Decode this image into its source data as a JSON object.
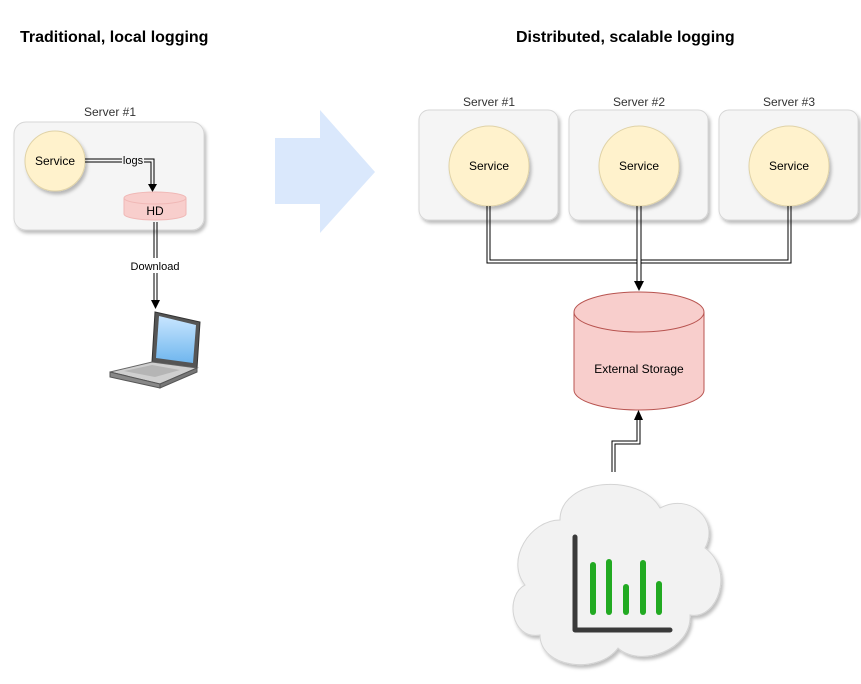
{
  "titles": {
    "left": "Traditional, local logging",
    "right": "Distributed, scalable logging"
  },
  "left_panel": {
    "server_label": "Server #1",
    "service_label": "Service",
    "edge_logs_label": "logs",
    "disk_label": "HD",
    "edge_download_label": "Download"
  },
  "right_panel": {
    "servers": [
      {
        "label": "Server #1",
        "service_label": "Service"
      },
      {
        "label": "Server #2",
        "service_label": "Service"
      },
      {
        "label": "Server #3",
        "service_label": "Service"
      }
    ],
    "storage_label": "External Storage"
  },
  "colors": {
    "server_fill": "#f5f5f5",
    "service_fill": "#fff2cc",
    "storage_fill": "#f8cecc",
    "storage_stroke": "#b85450",
    "arrow_fill": "#dae8fc",
    "chart_bars": "#22aa22"
  },
  "icons": [
    "laptop-icon",
    "cloud-analytics-icon"
  ]
}
